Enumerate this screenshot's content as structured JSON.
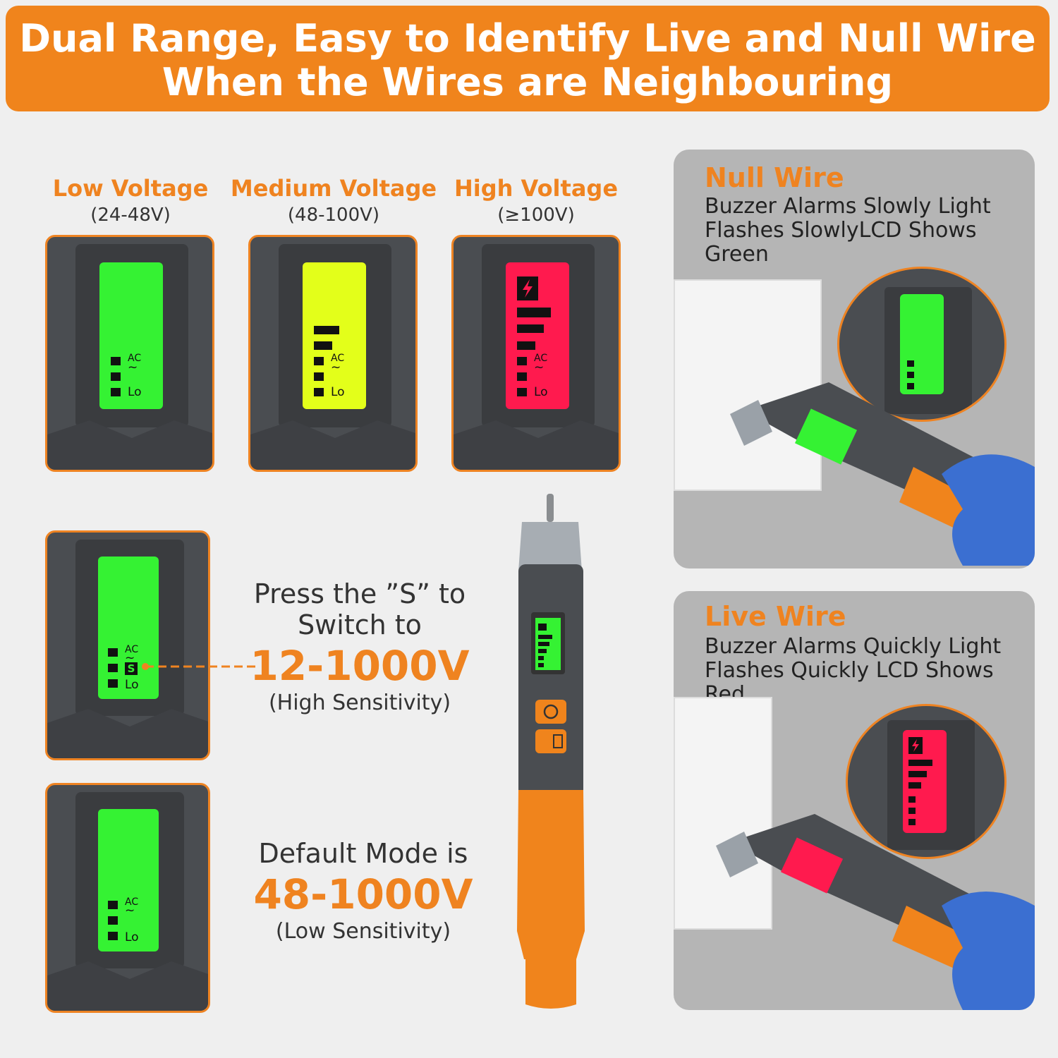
{
  "banner": {
    "line1": "Dual Range, Easy to Identify Live and Null Wire",
    "line2": "When the Wires are Neighbouring"
  },
  "voltage_levels": [
    {
      "title": "Low Voltage",
      "range": "(24-48V)",
      "lcd_color": "#35f233"
    },
    {
      "title": "Medium Voltage",
      "range": "(48-100V)",
      "lcd_color": "#e3ff1a"
    },
    {
      "title": "High Voltage",
      "range": "(≥100V)",
      "lcd_color": "#ff1a4e"
    }
  ],
  "lcd": {
    "ac": "AC",
    "wave": "~",
    "lo": "Lo",
    "s": "S"
  },
  "sensitivity_high": {
    "line1": "Press the ”S” to",
    "line2": "Switch to",
    "range": "12-1000V",
    "note": "(High Sensitivity)"
  },
  "sensitivity_low": {
    "line1": "Default Mode is",
    "range": "48-1000V",
    "note": "(Low Sensitivity)"
  },
  "null_wire": {
    "title": "Null Wire",
    "desc_line1": "Buzzer Alarms Slowly Light",
    "desc_line2": "Flashes SlowlyLCD Shows",
    "desc_line3": "Green"
  },
  "live_wire": {
    "title": "Live Wire",
    "desc_line1": "Buzzer Alarms Quickly Light",
    "desc_line2": "Flashes Quickly LCD Shows",
    "desc_line3": "Red"
  },
  "colors": {
    "accent": "#f0841c",
    "green": "#35f233",
    "yellow": "#e3ff1a",
    "red": "#ff1a4e",
    "body": "#4a4d51"
  }
}
